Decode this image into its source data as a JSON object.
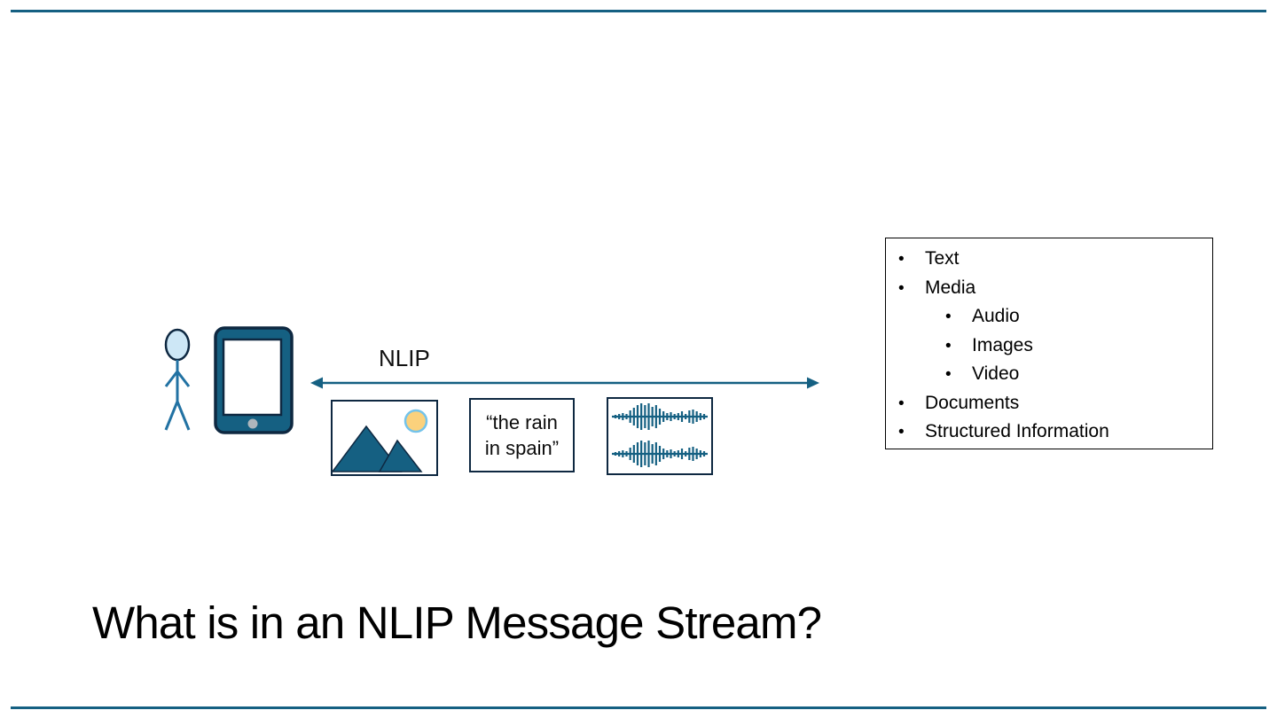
{
  "slide": {
    "title": "What is in an NLIP Message Stream?"
  },
  "colors": {
    "accent_teal": "#156082",
    "dark_outline": "#0E2841",
    "head_fill": "#CDE7F6",
    "limb_blue": "#2272A3",
    "sun_fill": "#FBD17C",
    "sun_stroke": "#74C3EA",
    "home_button_gray": "#AEB6BC",
    "rule_line": "#156082",
    "text": "#000000"
  },
  "diagram": {
    "arrow_label": "NLIP",
    "person_icon": "stick-figure-user",
    "device_icon": "tablet",
    "image_box": {
      "icon": "picture-mountains-sun"
    },
    "text_box": {
      "line1": "“the rain",
      "line2": "in spain”"
    },
    "audio_box": {
      "icon": "waveform",
      "waveform_half_heights": [
        2,
        3,
        4,
        3,
        7,
        10,
        13,
        15,
        13,
        15,
        11,
        13,
        9,
        6,
        4,
        5,
        3,
        4,
        6,
        3,
        7,
        8,
        6,
        4,
        3
      ]
    }
  },
  "list_panel": {
    "bullet": "•",
    "items": [
      {
        "label": "Text",
        "level": 1
      },
      {
        "label": "Media",
        "level": 1
      },
      {
        "label": "Audio",
        "level": 2
      },
      {
        "label": "Images",
        "level": 2
      },
      {
        "label": "Video",
        "level": 2
      },
      {
        "label": "Documents",
        "level": 1
      },
      {
        "label": "Structured Information",
        "level": 1
      }
    ]
  }
}
